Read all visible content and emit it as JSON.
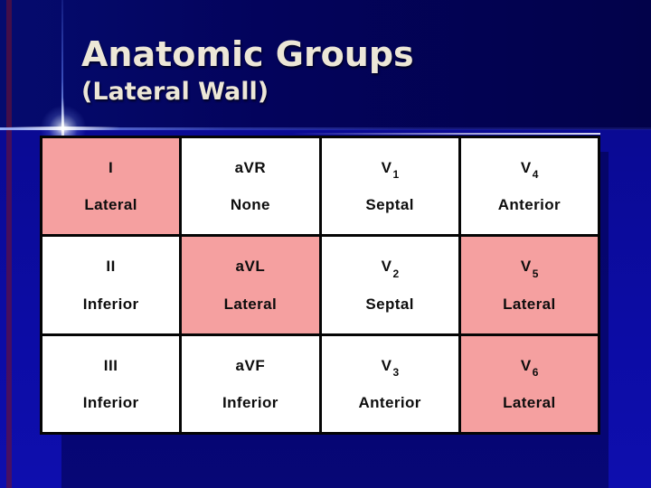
{
  "slide": {
    "title": "Anatomic Groups",
    "subtitle": "(Lateral Wall)"
  },
  "table": {
    "rows": [
      {
        "cells": [
          {
            "lead": "I",
            "sub": "",
            "region": "Lateral",
            "highlight": true
          },
          {
            "lead": "aVR",
            "sub": "",
            "region": "None",
            "highlight": false
          },
          {
            "lead": "V",
            "sub": "1",
            "region": "Septal",
            "highlight": false
          },
          {
            "lead": "V",
            "sub": "4",
            "region": "Anterior",
            "highlight": false
          }
        ]
      },
      {
        "cells": [
          {
            "lead": "II",
            "sub": "",
            "region": "Inferior",
            "highlight": false
          },
          {
            "lead": "aVL",
            "sub": "",
            "region": "Lateral",
            "highlight": true
          },
          {
            "lead": "V",
            "sub": "2",
            "region": "Septal",
            "highlight": false
          },
          {
            "lead": "V",
            "sub": "5",
            "region": "Lateral",
            "highlight": true
          }
        ]
      },
      {
        "cells": [
          {
            "lead": "III",
            "sub": "",
            "region": "Inferior",
            "highlight": false
          },
          {
            "lead": "aVF",
            "sub": "",
            "region": "Inferior",
            "highlight": false
          },
          {
            "lead": "V",
            "sub": "3",
            "region": "Anterior",
            "highlight": false
          },
          {
            "lead": "V",
            "sub": "6",
            "region": "Lateral",
            "highlight": true
          }
        ]
      }
    ]
  },
  "colors": {
    "highlight_pink": "#f5a0a0",
    "cell_white": "#ffffff",
    "background_top_navy": "#03035c",
    "background_bottom_blue": "#0c0ca4",
    "title_text": "#ede7d7",
    "table_border": "#050505",
    "left_stripe_red": "#6e1030"
  }
}
